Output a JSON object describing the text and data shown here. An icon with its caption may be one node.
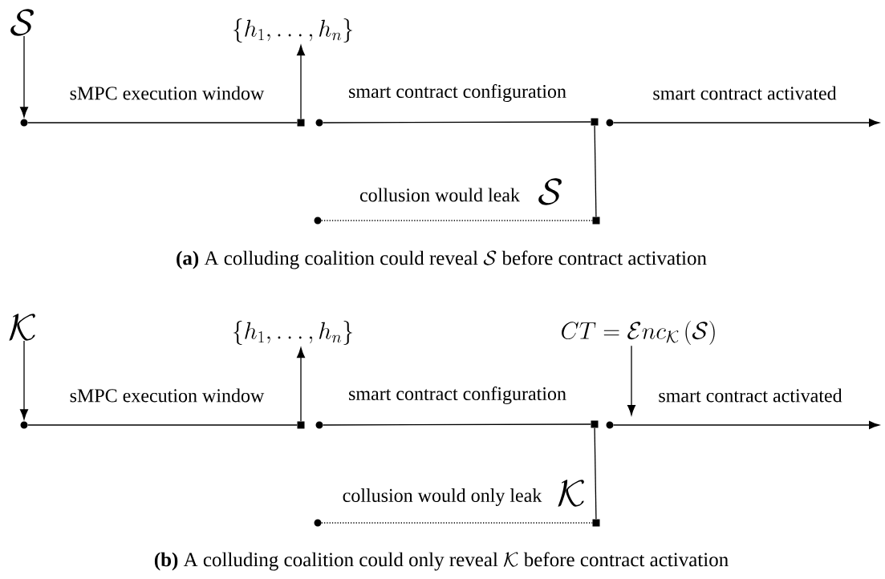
{
  "diagram": {
    "nodes": [
      {
        "text": [
          "\\mathcal{S}"
        ]
      },
      {
        "text": [],
        "shape": "circle"
      },
      {
        "text": [],
        "shape": "box"
      },
      {
        "text": [
          "\\{h_1,\\ldots,h_n\\}"
        ]
      },
      {
        "text": [],
        "shape": "circle"
      },
      {
        "text": [],
        "shape": "box"
      },
      {
        "text": [],
        "shape": "circle"
      },
      {
        "text": [],
        "shape": "circle"
      },
      {
        "text": [],
        "shape": "box"
      },
      {
        "text": [
          "\\mathcal{K}"
        ]
      },
      {
        "text": [],
        "shape": "circle"
      },
      {
        "text": [],
        "shape": "box"
      },
      {
        "text": [
          "\\{h_1,\\ldots,h_n\\}"
        ]
      },
      {
        "text": [],
        "shape": "circle"
      },
      {
        "text": [],
        "shape": "box"
      },
      {
        "text": [
          "CT=\\mathcal{E}nc_{\\mathcal{K}}\\left(\\mathcal{S}\\right)"
        ]
      },
      {
        "text": [],
        "shape": "circle"
      },
      {
        "text": [],
        "shape": "circle"
      },
      {
        "text": [],
        "shape": "box"
      }
    ],
    "edges": [
      {
        "from": 0,
        "to": 1,
        "arrow": "to"
      },
      {
        "from": 1,
        "to": 2,
        "arrow": "none",
        "label": "sMPC execution window"
      },
      {
        "from": 2,
        "to": 3,
        "arrow": "to"
      },
      {
        "from": 4,
        "to": 5,
        "arrow": "none",
        "label": "smart contract configuration"
      },
      {
        "from": 6,
        "to": null,
        "arrow": "to",
        "label": "smart contract activated"
      },
      {
        "from": 5,
        "to": 8,
        "arrow": "none"
      },
      {
        "from": 7,
        "to": 8,
        "arrow": "none",
        "style": "dashed",
        "label": "collusion would leak"
      },
      {
        "from": 9,
        "to": 10,
        "arrow": "to"
      },
      {
        "from": 10,
        "to": 11,
        "arrow": "none",
        "label": "sMPC execution window"
      },
      {
        "from": 11,
        "to": 12,
        "arrow": "to"
      },
      {
        "from": 13,
        "to": 14,
        "arrow": "none",
        "label": "smart contract configuration"
      },
      {
        "from": 15,
        "to": null,
        "arrow": "to"
      },
      {
        "from": 16,
        "to": null,
        "arrow": "to",
        "label": "smart contract activated"
      },
      {
        "from": 14,
        "to": 18,
        "arrow": "none"
      },
      {
        "from": 17,
        "to": 18,
        "arrow": "none",
        "style": "dashed",
        "label": "collusion would only leak"
      }
    ],
    "labels": [
      "\\mathcal{S}",
      "**(a)** A colluding coalition could reveal",
      "\\mathcal{S}",
      "before contract activation",
      "\\mathcal{K}",
      "**(b)** A colluding coalition could only reveal",
      "\\mathcal{K}",
      "before contract activation"
    ]
  }
}
